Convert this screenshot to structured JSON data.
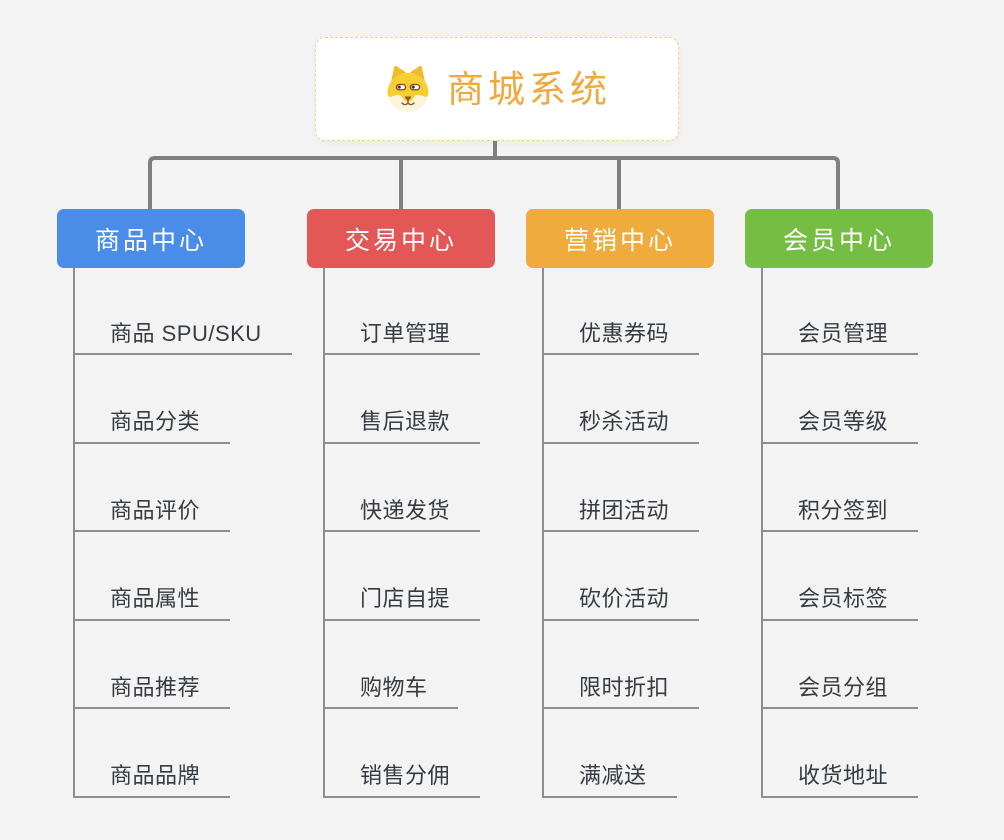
{
  "root": {
    "title": "商城系统",
    "icon": "shiba-dog-icon",
    "title_color": "#F0A93C",
    "border_color": "#F2CE9B"
  },
  "theme": {
    "background": "#F3F3F3",
    "connector_color": "#7F7F7F",
    "child_line_color": "#8E8E8E",
    "text_color": "#363B41"
  },
  "branches": [
    {
      "label": "商品中心",
      "color": "#4A8DE9",
      "children": [
        "商品 SPU/SKU",
        "商品分类",
        "商品评价",
        "商品属性",
        "商品推荐",
        "商品品牌"
      ]
    },
    {
      "label": "交易中心",
      "color": "#E45757",
      "children": [
        "订单管理",
        "售后退款",
        "快递发货",
        "门店自提",
        "购物车",
        "销售分佣"
      ]
    },
    {
      "label": "营销中心",
      "color": "#EFAB3D",
      "children": [
        "优惠券码",
        "秒杀活动",
        "拼团活动",
        "砍价活动",
        "限时折扣",
        "满减送"
      ]
    },
    {
      "label": "会员中心",
      "color": "#75BD43",
      "children": [
        "会员管理",
        "会员等级",
        "积分签到",
        "会员标签",
        "会员分组",
        "收货地址"
      ]
    }
  ]
}
